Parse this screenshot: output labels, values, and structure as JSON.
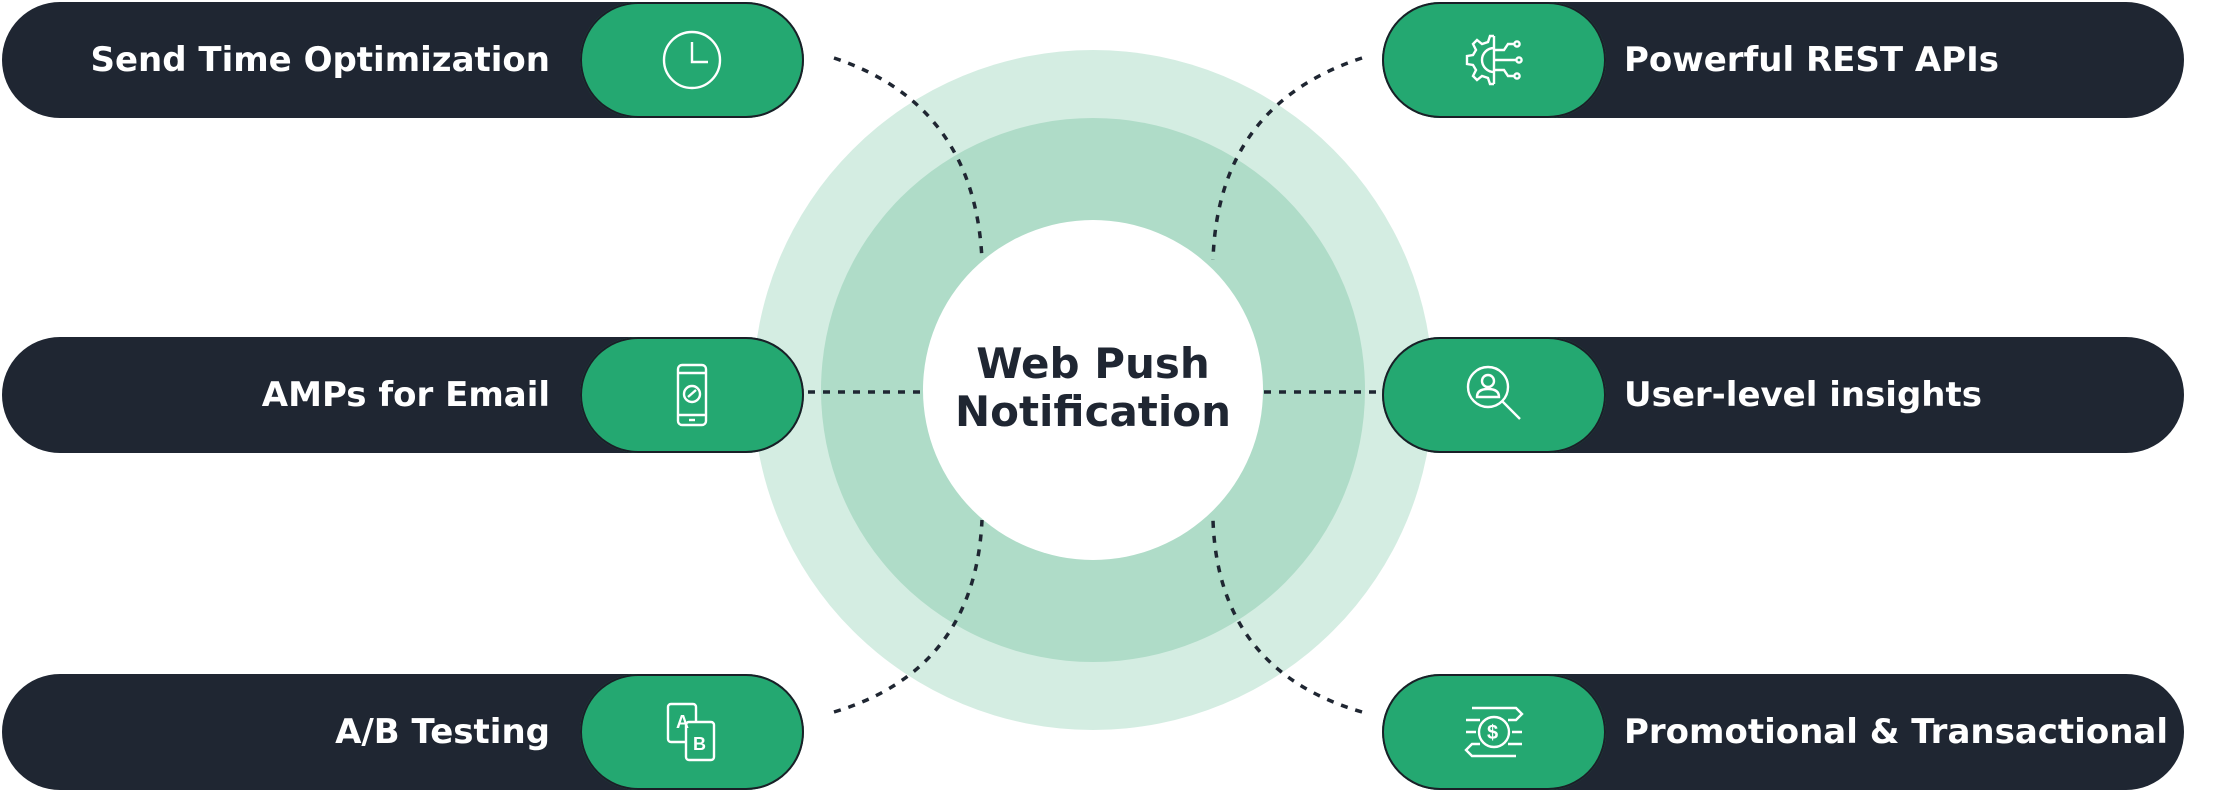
{
  "diagram": {
    "center": {
      "line1": "Web Push",
      "line2": "Notification"
    },
    "features": {
      "send_time": {
        "label": "Send Time Optimization",
        "icon": "clock-icon"
      },
      "amps": {
        "label": "AMPs for Email",
        "icon": "mobile-phone-icon"
      },
      "ab_testing": {
        "label": "A/B Testing",
        "icon": "ab-cards-icon"
      },
      "rest_apis": {
        "label": "Powerful REST APIs",
        "icon": "gear-circuit-icon"
      },
      "insights": {
        "label": "User-level insights",
        "icon": "user-search-icon"
      },
      "promotional": {
        "label": "Promotional & Transactional",
        "icon": "dollar-coin-icon"
      }
    },
    "colors": {
      "pill_dark": "#1f2632",
      "badge_green": "#24a871",
      "outer_ring": "#d4ede2",
      "inner_ring": "#afdcc8",
      "center_fill": "#ffffff",
      "text_dark": "#1f2632"
    }
  }
}
